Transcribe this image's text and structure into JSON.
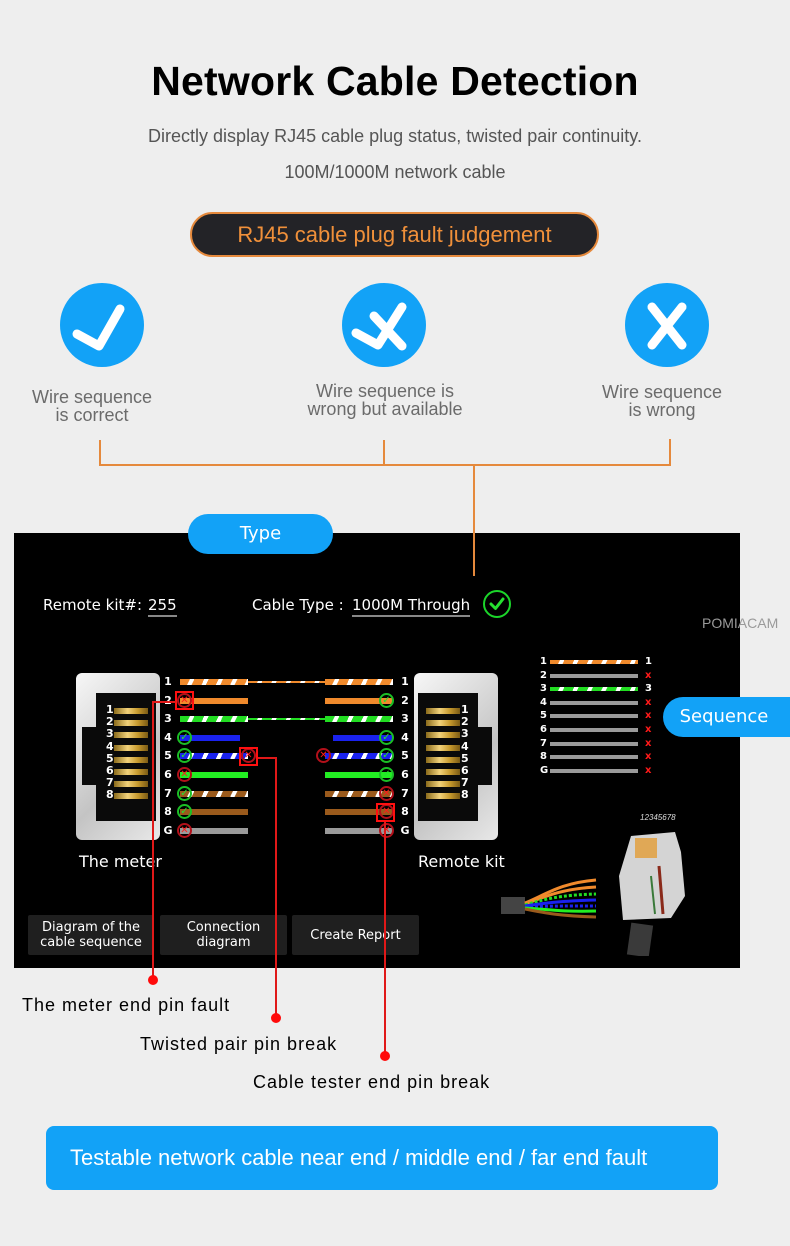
{
  "header": {
    "title": "Network Cable Detection",
    "subtitle_line1": "Directly display RJ45 cable plug status, twisted pair continuity.",
    "subtitle_line2": "100M/1000M network cable"
  },
  "fault_judgement_pill": "RJ45 cable plug fault judgement",
  "status_icons": [
    {
      "icon": "check-icon",
      "label_line1": "Wire sequence",
      "label_line2": "is correct"
    },
    {
      "icon": "check-cross-icon",
      "label_line1": "Wire sequence is",
      "label_line2": "wrong but available"
    },
    {
      "icon": "cross-icon",
      "label_line1": "Wire sequence",
      "label_line2": "is wrong"
    }
  ],
  "type_pill": "Type",
  "sequence_pill": "Sequence",
  "watermark": "POMIACAM",
  "device_screen": {
    "remote_kit_label": "Remote kit#:",
    "remote_kit_value": "255",
    "cable_type_label": "Cable Type :",
    "cable_type_value": "1000M Through",
    "meter_label": "The meter",
    "remote_label": "Remote kit",
    "plug_numbers": "12345678",
    "connector_pins": [
      "1",
      "2",
      "3",
      "4",
      "5",
      "6",
      "7",
      "8"
    ],
    "wires": [
      {
        "pin": "1",
        "color": "#f08a2c",
        "striped": true,
        "left_status": "",
        "right_status": ""
      },
      {
        "pin": "2",
        "color": "#f08a2c",
        "striped": false,
        "left_status": "bad",
        "right_status": "ok"
      },
      {
        "pin": "3",
        "color": "#22dd22",
        "striped": true,
        "left_status": "",
        "right_status": ""
      },
      {
        "pin": "4",
        "color": "#1a22ee",
        "striped": false,
        "left_status": "ok",
        "right_status": "ok"
      },
      {
        "pin": "5",
        "color": "#1a22ee",
        "striped": true,
        "left_status": "ok",
        "right_status": "ok"
      },
      {
        "pin": "6",
        "color": "#22ee22",
        "striped": false,
        "left_status": "bad",
        "right_status": "ok"
      },
      {
        "pin": "7",
        "color": "#9a5a1c",
        "striped": true,
        "left_status": "ok",
        "right_status": "bad"
      },
      {
        "pin": "8",
        "color": "#9a5a1c",
        "striped": false,
        "left_status": "ok",
        "right_status": "bad"
      },
      {
        "pin": "G",
        "color": "#9a9a9a",
        "striped": false,
        "left_status": "bad",
        "right_status": "bad"
      }
    ],
    "sequence_list": [
      {
        "pin": "1",
        "color": "#f08a2c",
        "striped": true,
        "result": "1"
      },
      {
        "pin": "2",
        "color": "#9a9a9a",
        "striped": false,
        "result": "x"
      },
      {
        "pin": "3",
        "color": "#22dd22",
        "striped": true,
        "result": "3"
      },
      {
        "pin": "4",
        "color": "#9a9a9a",
        "striped": false,
        "result": "x"
      },
      {
        "pin": "5",
        "color": "#9a9a9a",
        "striped": false,
        "result": "x"
      },
      {
        "pin": "6",
        "color": "#9a9a9a",
        "striped": false,
        "result": "x"
      },
      {
        "pin": "7",
        "color": "#9a9a9a",
        "striped": false,
        "result": "x"
      },
      {
        "pin": "8",
        "color": "#9a9a9a",
        "striped": false,
        "result": "x"
      },
      {
        "pin": "G",
        "color": "#9a9a9a",
        "striped": false,
        "result": "x"
      }
    ],
    "buttons": [
      "Diagram of the cable sequence",
      "Connection diagram",
      "Create Report"
    ]
  },
  "fault_labels": {
    "meter_end": "The meter end pin fault",
    "twisted_pair": "Twisted pair pin break",
    "tester_end": "Cable tester end pin break"
  },
  "banner": "Testable network cable near end / middle end / far end fault",
  "colors": {
    "accent_blue": "#12a2f7",
    "accent_orange": "#e5893c",
    "ok_green": "#1bbf26",
    "fault_red": "#ff1010"
  }
}
